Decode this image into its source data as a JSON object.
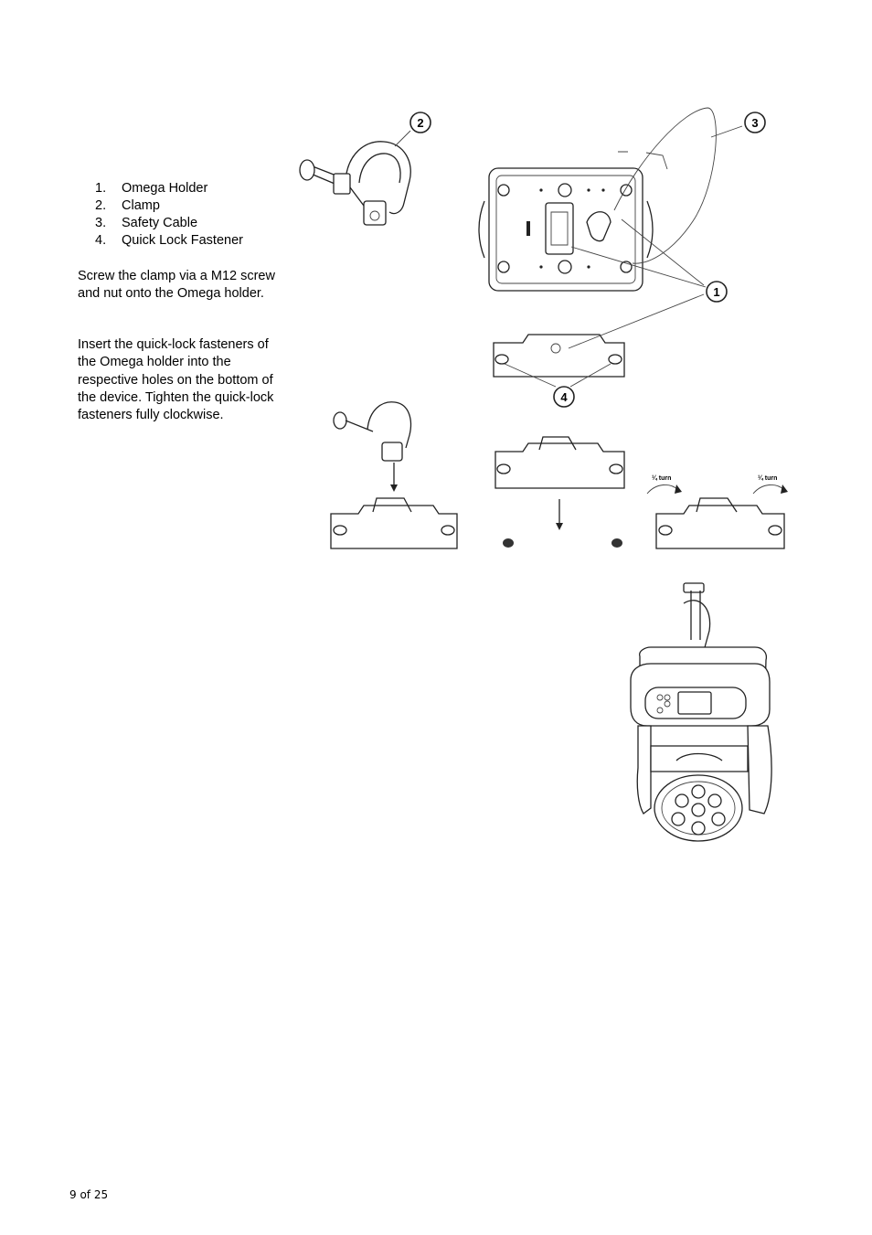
{
  "parts": [
    {
      "number": "1.",
      "label": "Omega Holder"
    },
    {
      "number": "2.",
      "label": "Clamp"
    },
    {
      "number": "3.",
      "label": "Safety Cable"
    },
    {
      "number": "4.",
      "label": "Quick Lock Fastener"
    }
  ],
  "paragraphs": {
    "clamp_instruction": "Screw the clamp via a M12 screw and nut onto the Omega holder.",
    "fastener_instruction": "Insert the quick-lock fasteners of the Omega holder into the respective holes on the bottom of the device. Tighten the quick-lock fasteners fully clockwise."
  },
  "figure": {
    "callouts": [
      "1",
      "2",
      "3",
      "4"
    ],
    "turn_label": "¼ turn"
  },
  "footer": {
    "page": "9 of 25"
  }
}
